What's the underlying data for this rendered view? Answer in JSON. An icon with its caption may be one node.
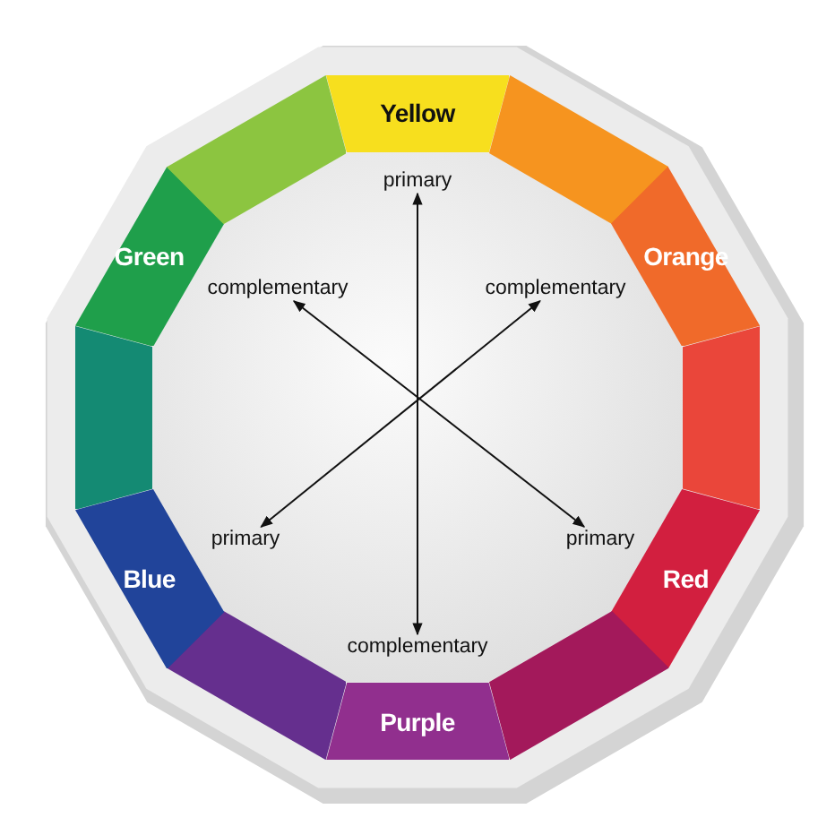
{
  "diagram": {
    "nodes": [
      {
        "text": [
          "Yellow"
        ]
      },
      {
        "text": [],
        "shape": "box"
      },
      {
        "text": [
          "Orange"
        ]
      },
      {
        "text": [],
        "shape": "box"
      },
      {
        "text": [
          "Red"
        ]
      },
      {
        "text": [],
        "shape": "box"
      },
      {
        "text": [
          "Purple"
        ]
      },
      {
        "text": [],
        "shape": "box"
      },
      {
        "text": [
          "Blue"
        ]
      },
      {
        "text": [],
        "shape": "box"
      },
      {
        "text": [
          "Green"
        ]
      },
      {
        "text": [],
        "shape": "box"
      },
      {
        "text": [
          "primary"
        ]
      },
      {
        "text": [
          "complementary"
        ]
      },
      {
        "text": [
          "complementary"
        ]
      },
      {
        "text": [
          "primary"
        ]
      },
      {
        "text": [
          "primary"
        ]
      },
      {
        "text": [
          "complementary"
        ]
      }
    ],
    "edges": [
      {
        "from": 12,
        "to": 17,
        "arrow": "both"
      },
      {
        "from": 13,
        "to": 16,
        "arrow": "both"
      },
      {
        "from": 14,
        "to": 15,
        "arrow": "both"
      }
    ]
  }
}
